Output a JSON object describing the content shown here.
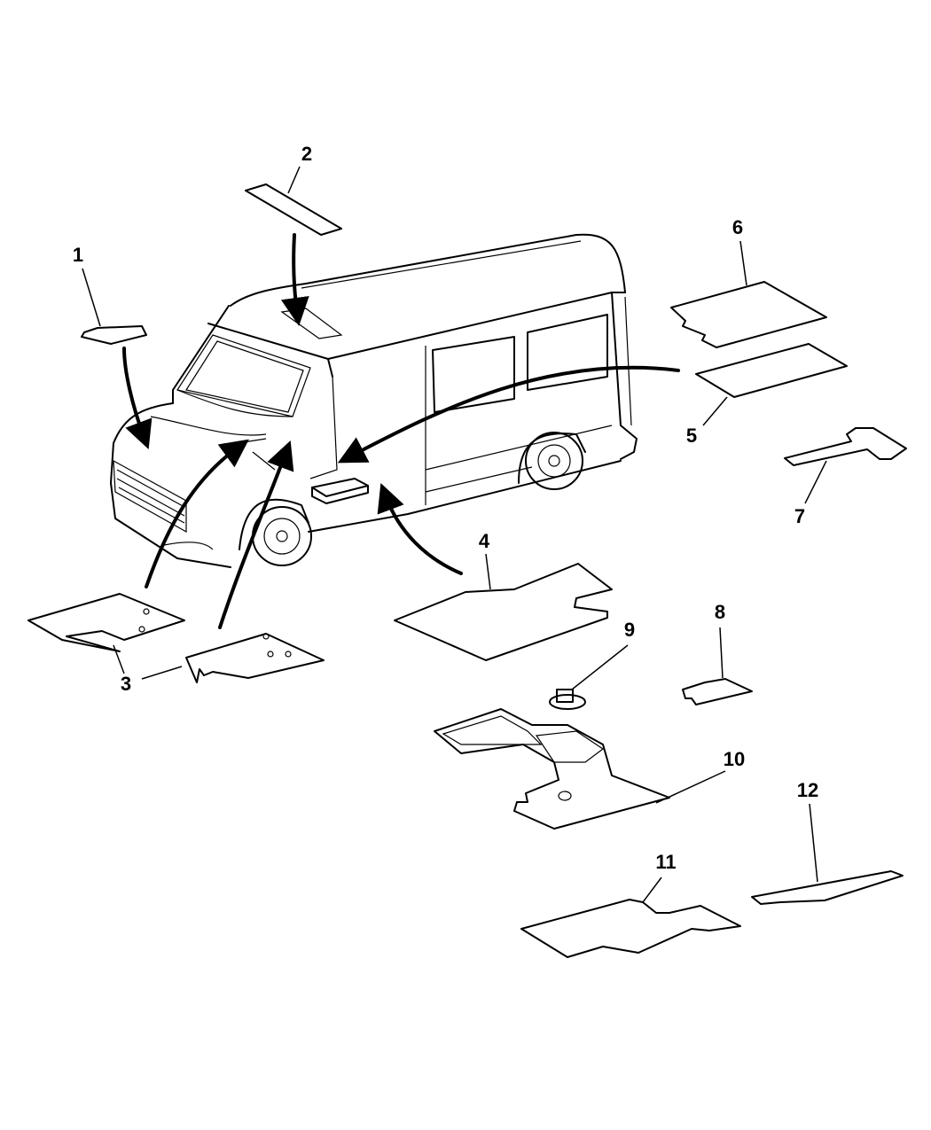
{
  "diagram": {
    "subject": "van interior silencer / insulation pads",
    "callouts": [
      {
        "id": "1",
        "label": "1"
      },
      {
        "id": "2",
        "label": "2"
      },
      {
        "id": "3",
        "label": "3"
      },
      {
        "id": "4",
        "label": "4"
      },
      {
        "id": "5",
        "label": "5"
      },
      {
        "id": "6",
        "label": "6"
      },
      {
        "id": "7",
        "label": "7"
      },
      {
        "id": "8",
        "label": "8"
      },
      {
        "id": "9",
        "label": "9"
      },
      {
        "id": "10",
        "label": "10"
      },
      {
        "id": "11",
        "label": "11"
      },
      {
        "id": "12",
        "label": "12"
      }
    ]
  }
}
